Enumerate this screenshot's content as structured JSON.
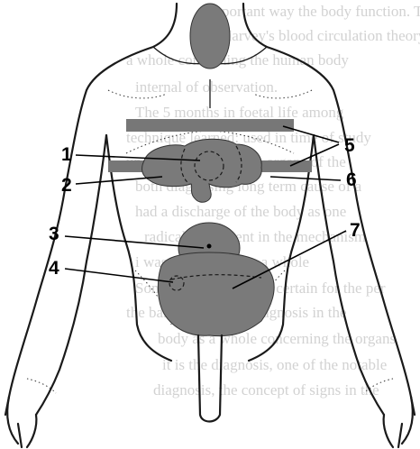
{
  "background_text": [
    "important way the body function. The",
    "Harvey's blood circulation theory. From",
    "a whole concerning the human body",
    "internal of observation.",
    "The 5 months in foetal life among",
    "technique learned: used in time of study",
    "understanding that the organs of the",
    "both diagnosing long term cause of a",
    "had a discharge of the body as one",
    "radically different in the mechanism",
    "i was of the body as a whole",
    "Some may be taken as certain for the per",
    "the basis of modern diagnosis in the",
    "body as a whole concerning the organs",
    "it is the diagnosis, one of the notable",
    "diagnosis, the concept of signs in the"
  ],
  "callouts": [
    {
      "id": "1",
      "label": "1"
    },
    {
      "id": "2",
      "label": "2"
    },
    {
      "id": "3",
      "label": "3"
    },
    {
      "id": "4",
      "label": "4"
    },
    {
      "id": "5",
      "label": "5"
    },
    {
      "id": "6",
      "label": "6"
    },
    {
      "id": "7",
      "label": "7"
    }
  ],
  "colors": {
    "organ_fill": "#7a7a7a",
    "band_fill": "#777777",
    "outline": "#1a1a1a",
    "background_text": "#d2d2d2"
  }
}
